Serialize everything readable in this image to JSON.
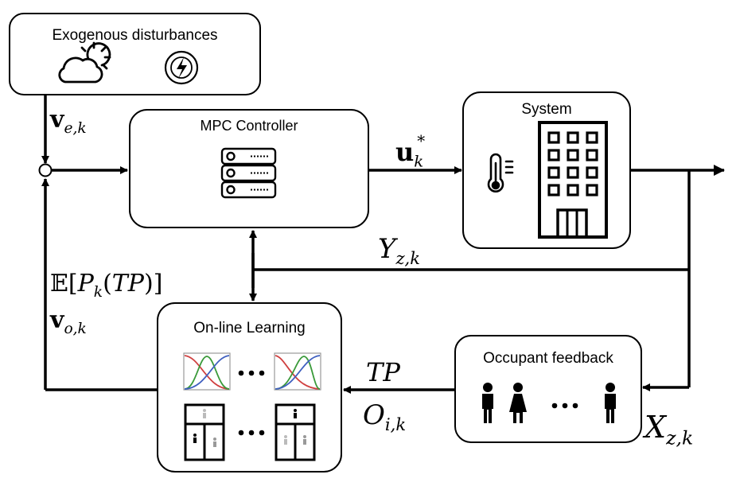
{
  "boxes": {
    "disturbances": {
      "title": "Exogenous disturbances"
    },
    "mpc": {
      "title": "MPC Controller"
    },
    "system": {
      "title": "System"
    },
    "learning": {
      "title": "On-line Learning"
    },
    "feedback": {
      "title": "Occupant feedback"
    }
  },
  "signals": {
    "ve": {
      "base": "v",
      "sub": "e,k"
    },
    "u_opt": {
      "base": "u",
      "sub": "k",
      "sup": "*"
    },
    "y": {
      "base": "Y",
      "sub": "z,k"
    },
    "expectation": {
      "open": "E[P",
      "sub": "k",
      "close": "(TP)]"
    },
    "vo": {
      "base": "v",
      "sub": "o,k"
    },
    "tp": {
      "text": "TP"
    },
    "o": {
      "base": "O",
      "sub": "i,k"
    },
    "x": {
      "base": "X",
      "sub": "z,k"
    }
  },
  "icons": [
    "cloud-sun-icon",
    "energy-icon",
    "server-icon",
    "thermometer-icon",
    "building-icon",
    "preference-curve-icon",
    "occupancy-grid-icon",
    "person-icon"
  ],
  "colors": {
    "curve_red": "#d04040",
    "curve_green": "#3a9a3a",
    "curve_blue": "#4060c0"
  }
}
